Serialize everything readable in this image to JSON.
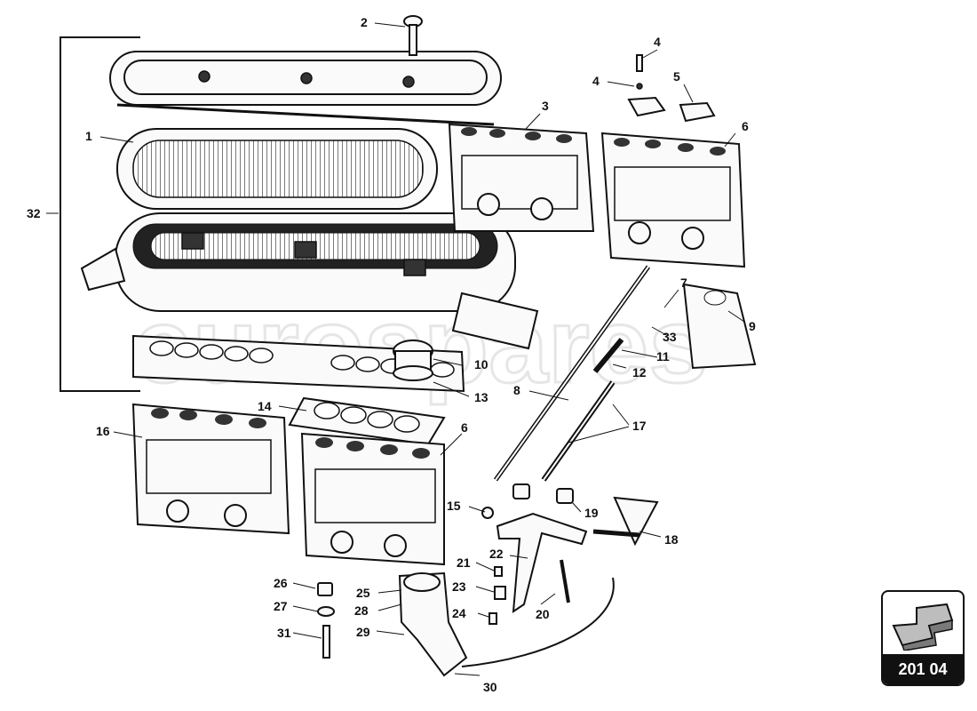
{
  "callouts": [
    {
      "id": "1",
      "label": "1"
    },
    {
      "id": "2",
      "label": "2"
    },
    {
      "id": "3",
      "label": "3"
    },
    {
      "id": "4a",
      "label": "4"
    },
    {
      "id": "4b",
      "label": "4"
    },
    {
      "id": "5",
      "label": "5"
    },
    {
      "id": "6a",
      "label": "6"
    },
    {
      "id": "6b",
      "label": "6"
    },
    {
      "id": "7",
      "label": "7"
    },
    {
      "id": "8",
      "label": "8"
    },
    {
      "id": "9",
      "label": "9"
    },
    {
      "id": "10",
      "label": "10"
    },
    {
      "id": "11",
      "label": "11"
    },
    {
      "id": "12",
      "label": "12"
    },
    {
      "id": "13",
      "label": "13"
    },
    {
      "id": "14",
      "label": "14"
    },
    {
      "id": "15",
      "label": "15"
    },
    {
      "id": "16",
      "label": "16"
    },
    {
      "id": "17",
      "label": "17"
    },
    {
      "id": "18",
      "label": "18"
    },
    {
      "id": "19",
      "label": "19"
    },
    {
      "id": "20",
      "label": "20"
    },
    {
      "id": "21",
      "label": "21"
    },
    {
      "id": "22",
      "label": "22"
    },
    {
      "id": "23",
      "label": "23"
    },
    {
      "id": "24",
      "label": "24"
    },
    {
      "id": "25",
      "label": "25"
    },
    {
      "id": "26",
      "label": "26"
    },
    {
      "id": "27",
      "label": "27"
    },
    {
      "id": "28",
      "label": "28"
    },
    {
      "id": "29",
      "label": "29"
    },
    {
      "id": "30",
      "label": "30"
    },
    {
      "id": "31",
      "label": "31"
    },
    {
      "id": "32",
      "label": "32"
    },
    {
      "id": "33",
      "label": "33"
    }
  ],
  "watermark": "eurospares",
  "nav_badge": {
    "code": "201 04",
    "icon": "arrow-left-down-icon"
  }
}
